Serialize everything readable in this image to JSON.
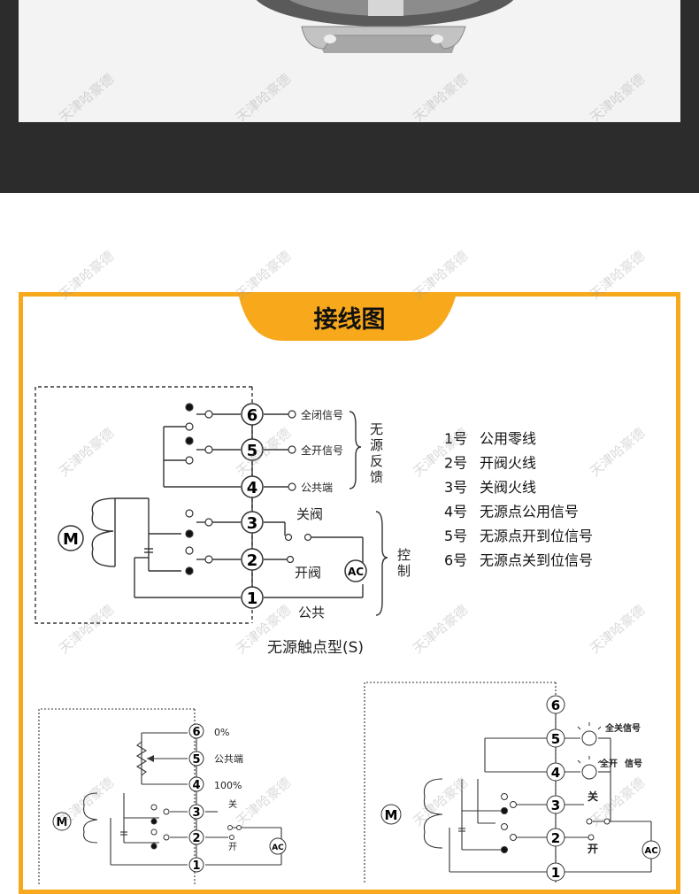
{
  "title": "接线图",
  "watermark": "天津哈豪德",
  "diagram1": {
    "caption": "无源触点型(S)",
    "terminals": [
      "6",
      "5",
      "4",
      "3",
      "2",
      "1"
    ],
    "motor": "M",
    "ac": "AC",
    "out_labels": {
      "t6": "全闭信号",
      "t5": "全开信号",
      "t4": "公共端"
    },
    "brace_feedback": "无源反馈",
    "close": "关阀",
    "open": "开阀",
    "common": "公共",
    "brace_control": "控制"
  },
  "legend": [
    {
      "num": "1号",
      "desc": "公用零线"
    },
    {
      "num": "2号",
      "desc": "开阀火线"
    },
    {
      "num": "3号",
      "desc": "关阀火线"
    },
    {
      "num": "4号",
      "desc": "无源点公用信号"
    },
    {
      "num": "5号",
      "desc": "无源点开到位信号"
    },
    {
      "num": "6号",
      "desc": "无源点关到位信号"
    }
  ],
  "diagram2": {
    "terminals": [
      "6",
      "5",
      "4",
      "3",
      "2",
      "1"
    ],
    "labels": {
      "t6": "0%",
      "t5": "公共端",
      "t4": "100%",
      "close": "关",
      "open": "开"
    },
    "motor": "M",
    "ac": "AC"
  },
  "diagram3": {
    "terminals": [
      "6",
      "5",
      "4",
      "3",
      "2",
      "1"
    ],
    "labels": {
      "t5": "全关信号",
      "t4a": "全开",
      "t4b": "信号",
      "close": "关",
      "open": "开"
    },
    "motor": "M",
    "ac": "AC"
  }
}
